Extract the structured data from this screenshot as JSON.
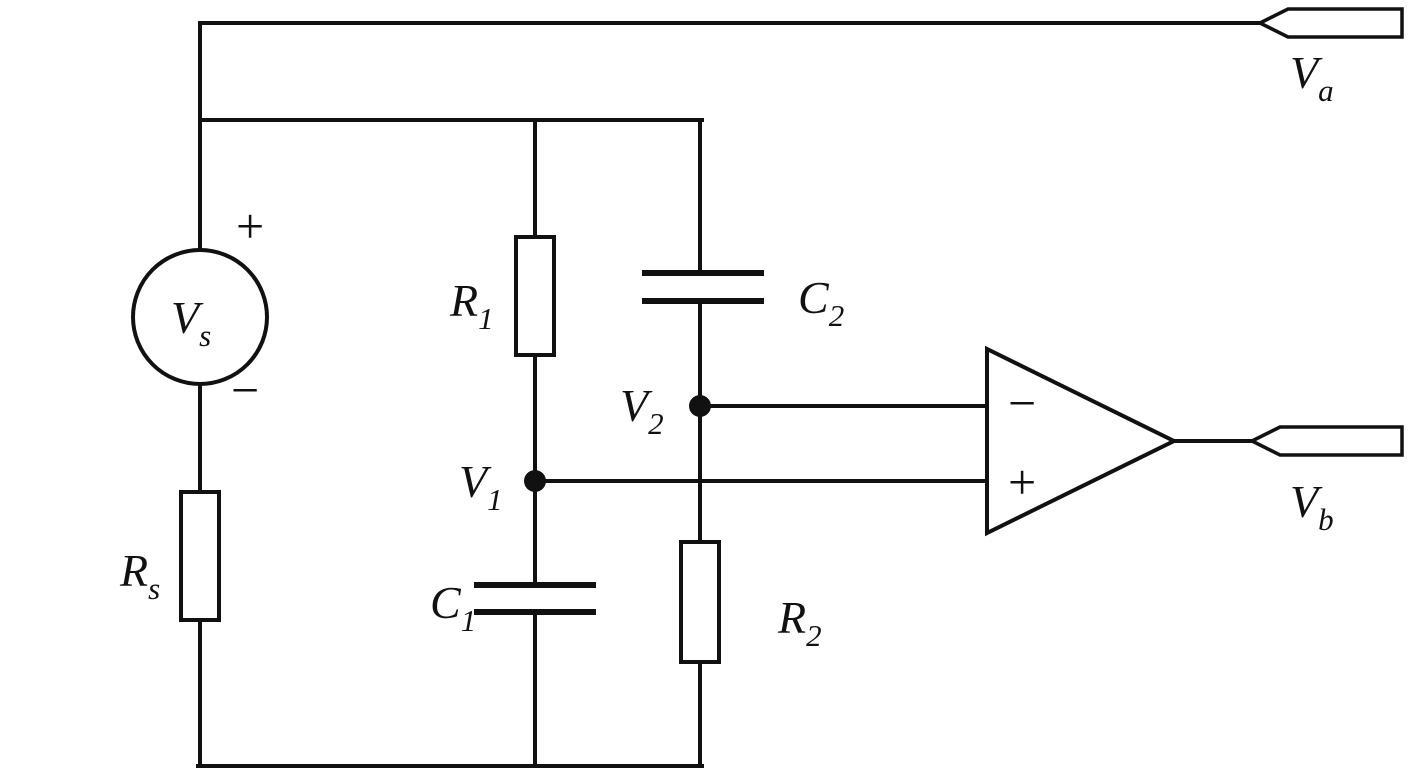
{
  "figure": {
    "type": "circuit-schematic",
    "description": "RC network with source Vs, series Rs, shunt elements R1/C1 and C2/R2, nodes V1 and V2 feeding an op-amp; output terminals Va and Vb"
  },
  "colors": {
    "ink": "#111111",
    "background": "#ffffff",
    "component_fill": "#ffffff"
  },
  "labels": {
    "vs": {
      "base": "V",
      "sub": "s"
    },
    "source_plus": "+",
    "source_minus": "−",
    "rs": {
      "base": "R",
      "sub": "s"
    },
    "r1": {
      "base": "R",
      "sub": "1"
    },
    "c1": {
      "base": "C",
      "sub": "1"
    },
    "v1": {
      "base": "V",
      "sub": "1"
    },
    "v2": {
      "base": "V",
      "sub": "2"
    },
    "c2": {
      "base": "C",
      "sub": "2"
    },
    "r2": {
      "base": "R",
      "sub": "2"
    },
    "opamp_minus": "−",
    "opamp_plus": "+",
    "va": {
      "base": "V",
      "sub": "a"
    },
    "vb": {
      "base": "V",
      "sub": "b"
    }
  }
}
